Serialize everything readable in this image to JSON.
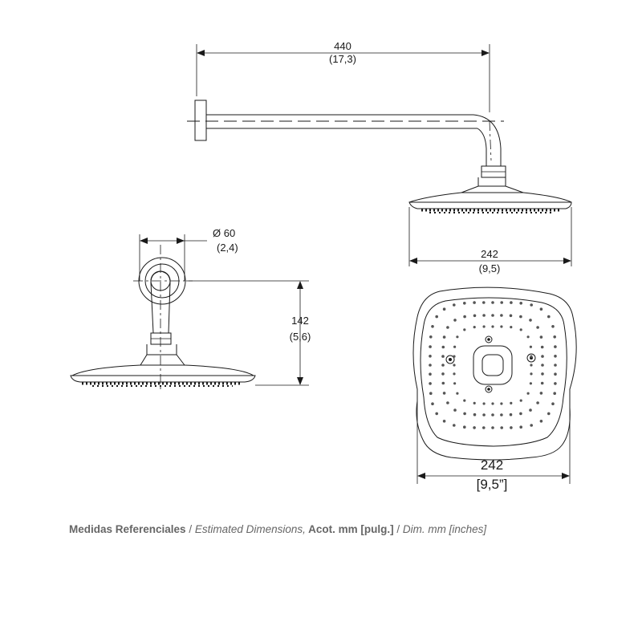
{
  "dimensions": {
    "arm_length_mm": "440",
    "arm_length_in": "(17,3)",
    "flange_diameter_mm": "Ø 60",
    "flange_diameter_in": "(2,4)",
    "drop_height_mm": "142",
    "drop_height_in": "(5,6)",
    "head_width_side_mm": "242",
    "head_width_side_in": "(9,5)",
    "head_width_top_mm": "242",
    "head_width_top_in": "[9,5”]"
  },
  "caption": {
    "es_bold": "Medidas Referenciales",
    "sep1": " / ",
    "en_italic": "Estimated Dimensions,",
    "es_bold2": " Acot. mm [pulg.]",
    "sep2": " / ",
    "en_italic2": "Dim. mm [inches]"
  },
  "colors": {
    "line": "#1a1a1a",
    "caption": "#666666",
    "background": "#ffffff"
  }
}
